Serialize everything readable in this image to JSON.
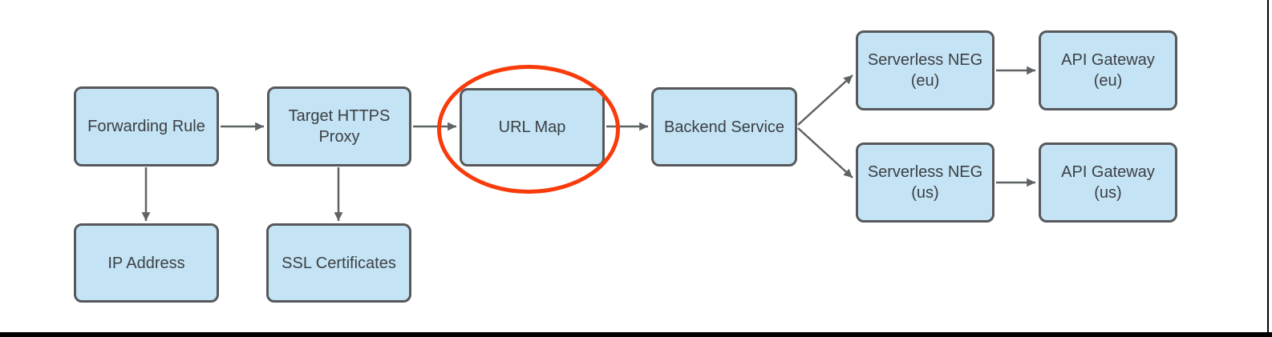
{
  "diagram": {
    "type": "flowchart",
    "nodes": {
      "forwarding_rule": {
        "label": "Forwarding Rule"
      },
      "target_https_proxy": {
        "label": "Target HTTPS\nProxy"
      },
      "url_map": {
        "label": "URL Map",
        "highlighted": true
      },
      "backend_service": {
        "label": "Backend Service"
      },
      "serverless_neg_eu": {
        "label": "Serverless NEG\n(eu)"
      },
      "api_gateway_eu": {
        "label": "API Gateway\n(eu)"
      },
      "serverless_neg_us": {
        "label": "Serverless NEG\n(us)"
      },
      "api_gateway_us": {
        "label": "API Gateway\n(us)"
      },
      "ip_address": {
        "label": "IP Address"
      },
      "ssl_certificates": {
        "label": "SSL Certificates"
      }
    },
    "edges": [
      {
        "from": "Forwarding Rule",
        "to": "Target HTTPS Proxy"
      },
      {
        "from": "Forwarding Rule",
        "to": "IP Address"
      },
      {
        "from": "Target HTTPS Proxy",
        "to": "URL Map"
      },
      {
        "from": "Target HTTPS Proxy",
        "to": "SSL Certificates"
      },
      {
        "from": "URL Map",
        "to": "Backend Service"
      },
      {
        "from": "Backend Service",
        "to": "Serverless NEG (eu)"
      },
      {
        "from": "Backend Service",
        "to": "Serverless NEG (us)"
      },
      {
        "from": "Serverless NEG (eu)",
        "to": "API Gateway (eu)"
      },
      {
        "from": "Serverless NEG (us)",
        "to": "API Gateway (us)"
      }
    ],
    "colors": {
      "node_fill": "#C4E3F5",
      "node_border": "#56585A",
      "arrow": "#5F6366",
      "highlight_ellipse": "#F83B0A",
      "text": "#3C4043",
      "frame": "#000000",
      "background": "#FFFFFF"
    }
  }
}
